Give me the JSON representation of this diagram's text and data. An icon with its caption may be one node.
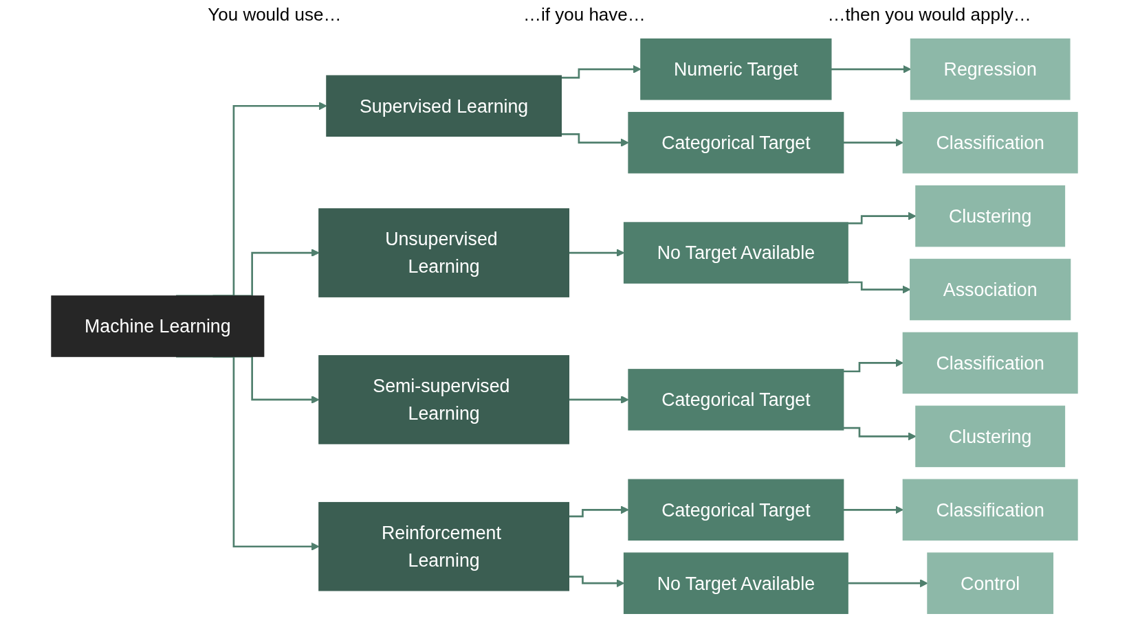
{
  "diagram": {
    "nodes": [
      {
        "text": [
          "Machine Learning"
        ]
      },
      {
        "text": [
          "Supervised Learning"
        ]
      },
      {
        "text": [
          "Unsupervised Learning"
        ]
      },
      {
        "text": [
          "Semi-supervised Learning"
        ]
      },
      {
        "text": [
          "Reinforcement Learning"
        ]
      },
      {
        "text": [
          "Numeric Target"
        ]
      },
      {
        "text": [
          "Categorical Target"
        ]
      },
      {
        "text": [
          "No Target Available"
        ]
      },
      {
        "text": [
          "Categorical Target"
        ]
      },
      {
        "text": [
          "Categorical Target"
        ]
      },
      {
        "text": [
          "No Target Available"
        ]
      },
      {
        "text": [
          "Regression"
        ]
      },
      {
        "text": [
          "Classification"
        ]
      },
      {
        "text": [
          "Clustering"
        ]
      },
      {
        "text": [
          "Association"
        ]
      },
      {
        "text": [
          "Classification"
        ]
      },
      {
        "text": [
          "Clustering"
        ]
      },
      {
        "text": [
          "Classification"
        ]
      },
      {
        "text": [
          "Control"
        ]
      }
    ],
    "edges": [
      {
        "from": 0,
        "to": 1,
        "arrow": "to"
      },
      {
        "from": 0,
        "to": 2,
        "arrow": "to"
      },
      {
        "from": 0,
        "to": 3,
        "arrow": "to"
      },
      {
        "from": 0,
        "to": 4,
        "arrow": "to"
      },
      {
        "from": 1,
        "to": 5,
        "arrow": "to"
      },
      {
        "from": 1,
        "to": 6,
        "arrow": "to"
      },
      {
        "from": 2,
        "to": 7,
        "arrow": "to"
      },
      {
        "from": 3,
        "to": 8,
        "arrow": "to"
      },
      {
        "from": 4,
        "to": 9,
        "arrow": "to"
      },
      {
        "from": 4,
        "to": 10,
        "arrow": "to"
      },
      {
        "from": 5,
        "to": 11,
        "arrow": "to"
      },
      {
        "from": 6,
        "to": 12,
        "arrow": "to"
      },
      {
        "from": 7,
        "to": 13,
        "arrow": "to"
      },
      {
        "from": 7,
        "to": 14,
        "arrow": "to"
      },
      {
        "from": 8,
        "to": 15,
        "arrow": "to"
      },
      {
        "from": 8,
        "to": 16,
        "arrow": "to"
      },
      {
        "from": 9,
        "to": 17,
        "arrow": "to"
      },
      {
        "from": 10,
        "to": 18,
        "arrow": "to"
      }
    ],
    "labels": [
      "You would use…",
      "…if you have…",
      "…then you would apply…"
    ]
  }
}
